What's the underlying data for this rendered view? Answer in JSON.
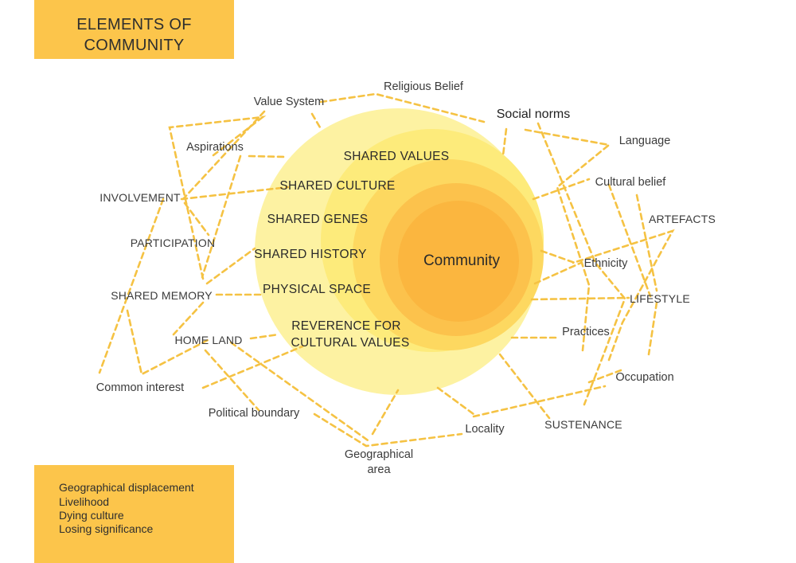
{
  "title": {
    "line1": "ELEMENTS OF",
    "line2": "COMMUNITY"
  },
  "notes": [
    "Geographical displacement",
    "Livelihood",
    "Dying culture",
    "Losing significance"
  ],
  "colors": {
    "box": "#fcc54b",
    "ring1": "#fdf2a2",
    "ring2": "#fdeb7b",
    "ring3": "#fdd860",
    "ring4": "#fcc24c",
    "core": "#fbb63f",
    "dash": "#f5c243"
  },
  "center": "Community",
  "circle_labels": {
    "shared_values": "SHARED VALUES",
    "shared_culture": "SHARED CULTURE",
    "shared_genes": "SHARED GENES",
    "shared_history": "SHARED HISTORY",
    "physical_space": "PHYSICAL SPACE",
    "reverence_1": "REVERENCE FOR",
    "reverence_2": "CULTURAL VALUES"
  },
  "outer_labels": {
    "religious_belief": "Religious Belief",
    "value_system": "Value System",
    "social_norms": "Social norms",
    "language": "Language",
    "aspirations": "Aspirations",
    "cultural_belief": "Cultural belief",
    "involvement": "INVOLVEMENT",
    "artefacts": "ARTEFACTS",
    "participation": "PARTICIPATION",
    "ethnicity": "Ethnicity",
    "shared_memory": "SHARED MEMORY",
    "lifestyle": "LIFESTYLE",
    "practices": "Practices",
    "home_land": "HOME LAND",
    "occupation": "Occupation",
    "common_interest": "Common interest",
    "political_boundary": "Political boundary",
    "sustenance": "SUSTENANCE",
    "locality": "Locality",
    "geo_area_1": "Geographical",
    "geo_area_2": "area"
  }
}
